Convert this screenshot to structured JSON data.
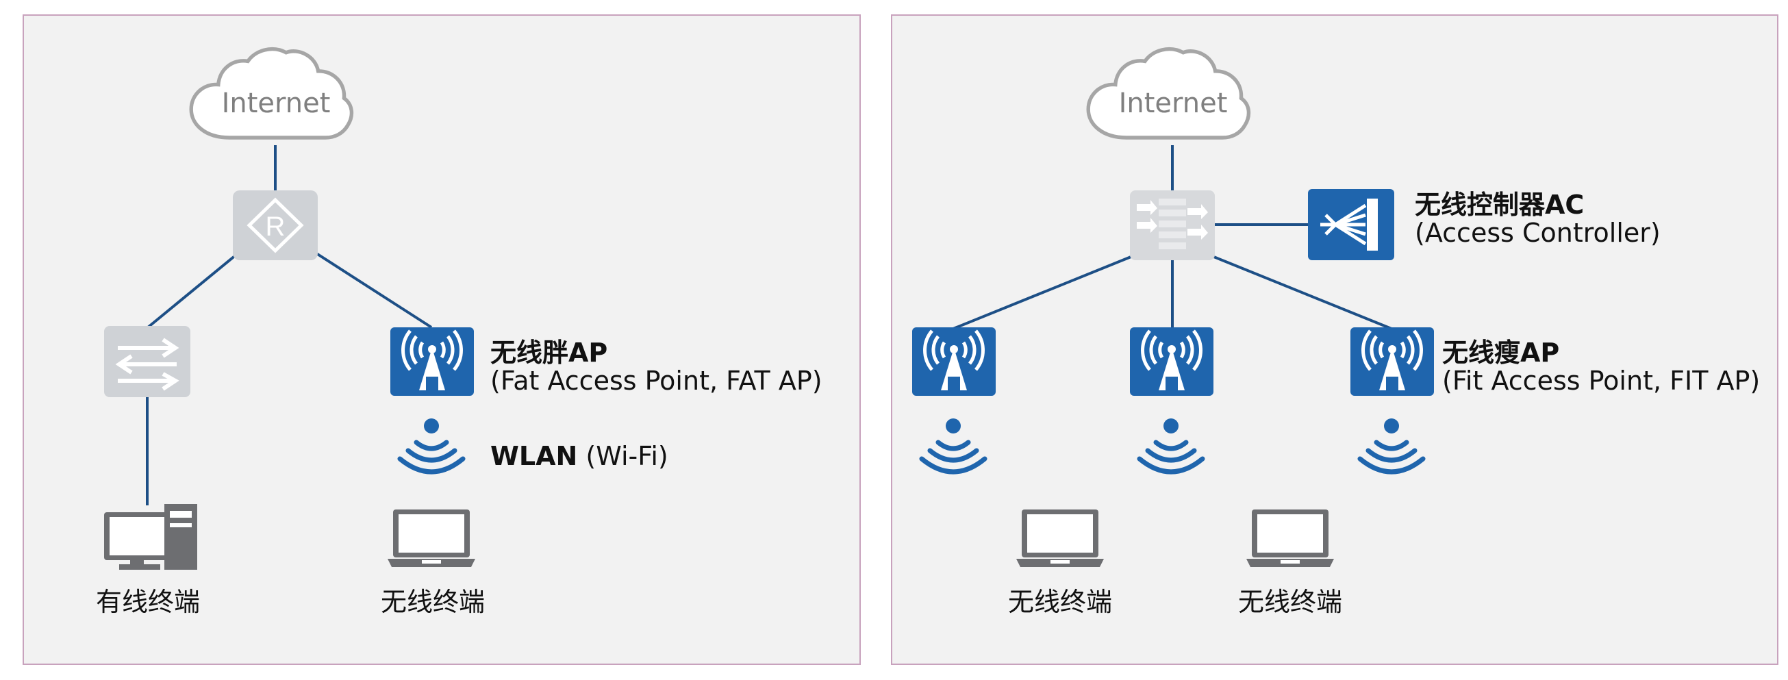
{
  "left": {
    "cloud_label": "Internet",
    "fat_ap_title": "无线胖AP",
    "fat_ap_sub": "(Fat Access Point, FAT AP)",
    "wlan_bold": "WLAN",
    "wlan_rest": " (Wi-Fi)",
    "wired_terminal": "有线终端",
    "wireless_terminal": "无线终端"
  },
  "right": {
    "cloud_label": "Internet",
    "ac_title": "无线控制器AC",
    "ac_sub": "(Access Controller)",
    "fit_ap_title": "无线瘦AP",
    "fit_ap_sub": "(Fit Access Point, FIT AP)",
    "wireless_terminal_1": "无线终端",
    "wireless_terminal_2": "无线终端"
  },
  "colors": {
    "panel_bg": "#f2f2f2",
    "panel_border": "#c8a2bd",
    "link": "#1d4f86",
    "device_blue": "#1f65ad",
    "device_gray": "#cfd2d6",
    "cloud_stroke": "#a6a6a6",
    "terminal_gray": "#6d6e71"
  }
}
